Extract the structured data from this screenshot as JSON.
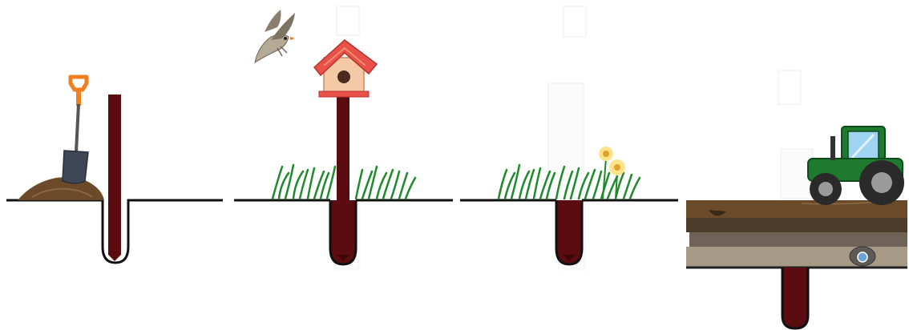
{
  "panels": [
    {
      "id": "dig-hole",
      "items": [
        "shovel-icon",
        "soil-mound",
        "stake",
        "hole"
      ]
    },
    {
      "id": "birdhouse-pole",
      "items": [
        "bird-icon",
        "birdhouse-icon",
        "pole",
        "grass"
      ]
    },
    {
      "id": "grass-and-flowers",
      "items": [
        "grass",
        "flower-icon",
        "pole-stub"
      ]
    },
    {
      "id": "tractor-soil-layers",
      "items": [
        "tractor-icon",
        "soil-layers",
        "stone-icon",
        "pole-stub"
      ]
    }
  ],
  "colors": {
    "pole": "#5a0c10",
    "pole_dark": "#3d0609",
    "grass": "#1f8a2b",
    "soil": "#6b4a2a",
    "tractor": "#1d7a2e",
    "birdhouse_roof": "#e8514a",
    "birdhouse_body": "#f6c9a6",
    "shovel_handle": "#f07f1e",
    "flower": "#f3c548"
  }
}
